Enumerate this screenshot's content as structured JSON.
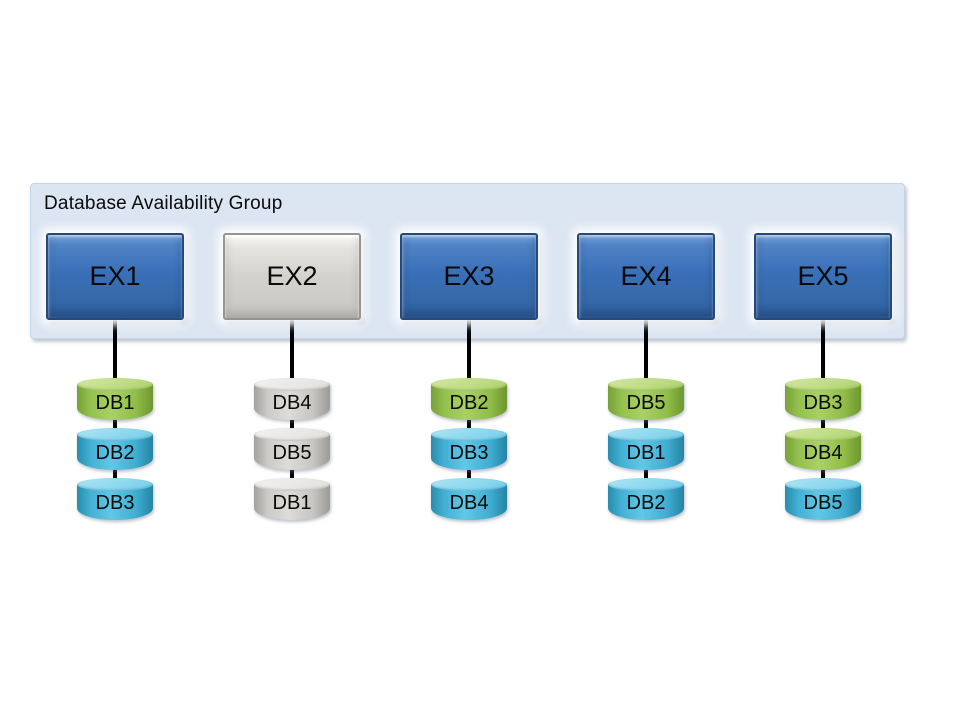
{
  "diagram": {
    "title": "Database Availability Group",
    "colors": {
      "panel-bg": "#dce6f2",
      "server-online": "#3a70b9",
      "server-offline": "#d4d2cd",
      "db-active": "#9cc653",
      "db-passive": "#4ab5d8",
      "db-offline": "#d2d0cc",
      "connector": "#000000"
    },
    "servers": [
      {
        "label": "EX1",
        "state": "online",
        "databases": [
          {
            "label": "DB1",
            "state": "active"
          },
          {
            "label": "DB2",
            "state": "passive"
          },
          {
            "label": "DB3",
            "state": "passive"
          }
        ]
      },
      {
        "label": "EX2",
        "state": "offline",
        "databases": [
          {
            "label": "DB4",
            "state": "offline"
          },
          {
            "label": "DB5",
            "state": "offline"
          },
          {
            "label": "DB1",
            "state": "offline"
          }
        ]
      },
      {
        "label": "EX3",
        "state": "online",
        "databases": [
          {
            "label": "DB2",
            "state": "active"
          },
          {
            "label": "DB3",
            "state": "passive"
          },
          {
            "label": "DB4",
            "state": "passive"
          }
        ]
      },
      {
        "label": "EX4",
        "state": "online",
        "databases": [
          {
            "label": "DB5",
            "state": "active"
          },
          {
            "label": "DB1",
            "state": "passive"
          },
          {
            "label": "DB2",
            "state": "passive"
          }
        ]
      },
      {
        "label": "EX5",
        "state": "online",
        "databases": [
          {
            "label": "DB3",
            "state": "active"
          },
          {
            "label": "DB4",
            "state": "active"
          },
          {
            "label": "DB5",
            "state": "passive"
          }
        ]
      }
    ]
  }
}
